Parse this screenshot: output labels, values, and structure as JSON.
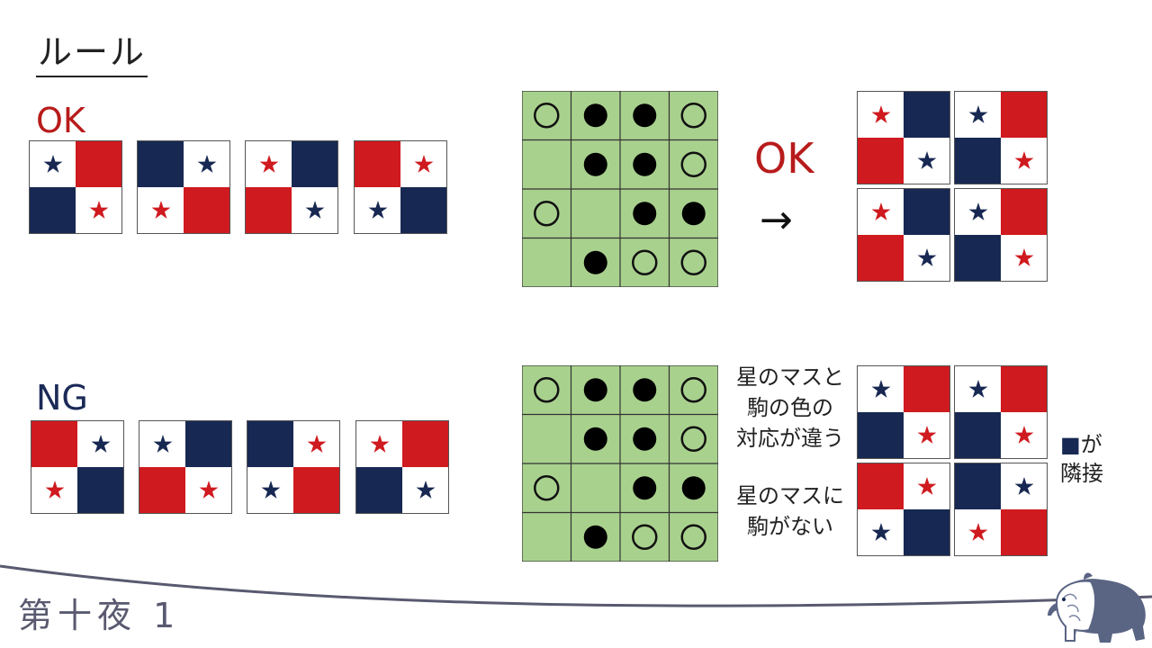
{
  "title": "ルール",
  "labels": {
    "ok": "OK",
    "ng": "NG",
    "result_ok": "OK",
    "arrow": "→"
  },
  "notes": {
    "mismatch": [
      "星のマスと",
      "駒の色の",
      "対応が違う"
    ],
    "missing": [
      "星のマスに",
      "駒がない"
    ],
    "adjacent_mark": "■",
    "adjacent_suffix": "が",
    "adjacent_2": "隣接"
  },
  "footer": "第十夜 1",
  "colors": {
    "red": "#cf1a1f",
    "navy": "#172852",
    "board_green": "#a9d18e",
    "ok_text": "#b81b1b",
    "ng_text": "#1b2a57",
    "footer": "#595a70"
  },
  "flags": {
    "ok": [
      [
        [
          "w",
          "b"
        ],
        [
          "r",
          "w"
        ],
        [
          "b",
          "w"
        ],
        [
          "w",
          "r"
        ]
      ],
      [
        [
          "b",
          "w"
        ],
        [
          "w",
          "b"
        ],
        [
          "w",
          "r"
        ],
        [
          "r",
          "w"
        ]
      ],
      [
        [
          "w",
          "r"
        ],
        [
          "b",
          "w"
        ],
        [
          "r",
          "w"
        ],
        [
          "w",
          "b"
        ]
      ],
      [
        [
          "r",
          "w"
        ],
        [
          "w",
          "r"
        ],
        [
          "w",
          "b"
        ],
        [
          "b",
          "w"
        ]
      ]
    ],
    "ng": [
      [
        [
          "r",
          "w"
        ],
        [
          "w",
          "b"
        ],
        [
          "w",
          "r"
        ],
        [
          "b",
          "w"
        ]
      ],
      [
        [
          "w",
          "b"
        ],
        [
          "b",
          "w"
        ],
        [
          "r",
          "w"
        ],
        [
          "w",
          "r"
        ]
      ],
      [
        [
          "b",
          "w"
        ],
        [
          "w",
          "r"
        ],
        [
          "w",
          "b"
        ],
        [
          "r",
          "w"
        ]
      ],
      [
        [
          "w",
          "r"
        ],
        [
          "r",
          "w"
        ],
        [
          "b",
          "w"
        ],
        [
          "w",
          "b"
        ]
      ]
    ],
    "result_ok": [
      [
        [
          "w",
          "r"
        ],
        [
          "b",
          "w"
        ],
        [
          "r",
          "w"
        ],
        [
          "w",
          "b"
        ]
      ],
      [
        [
          "w",
          "b"
        ],
        [
          "r",
          "w"
        ],
        [
          "b",
          "w"
        ],
        [
          "w",
          "r"
        ]
      ],
      [
        [
          "w",
          "r"
        ],
        [
          "b",
          "w"
        ],
        [
          "r",
          "w"
        ],
        [
          "w",
          "b"
        ]
      ],
      [
        [
          "w",
          "b"
        ],
        [
          "r",
          "w"
        ],
        [
          "b",
          "w"
        ],
        [
          "w",
          "r"
        ]
      ]
    ],
    "result_ng": [
      [
        [
          "w",
          "b"
        ],
        [
          "r",
          "w"
        ],
        [
          "b",
          "w"
        ],
        [
          "w",
          "r"
        ]
      ],
      [
        [
          "w",
          "b"
        ],
        [
          "r",
          "w"
        ],
        [
          "b",
          "w"
        ],
        [
          "w",
          "r"
        ]
      ],
      [
        [
          "r",
          "w"
        ],
        [
          "w",
          "r"
        ],
        [
          "w",
          "b"
        ],
        [
          "b",
          "w"
        ]
      ],
      [
        [
          "b",
          "w"
        ],
        [
          "w",
          "b"
        ],
        [
          "w",
          "r"
        ],
        [
          "r",
          "w"
        ]
      ]
    ]
  },
  "board": [
    [
      "white",
      "black",
      "black",
      "white"
    ],
    [
      "empty",
      "black",
      "black",
      "white"
    ],
    [
      "white",
      "empty",
      "black",
      "black"
    ],
    [
      "empty",
      "black",
      "white",
      "white"
    ]
  ]
}
